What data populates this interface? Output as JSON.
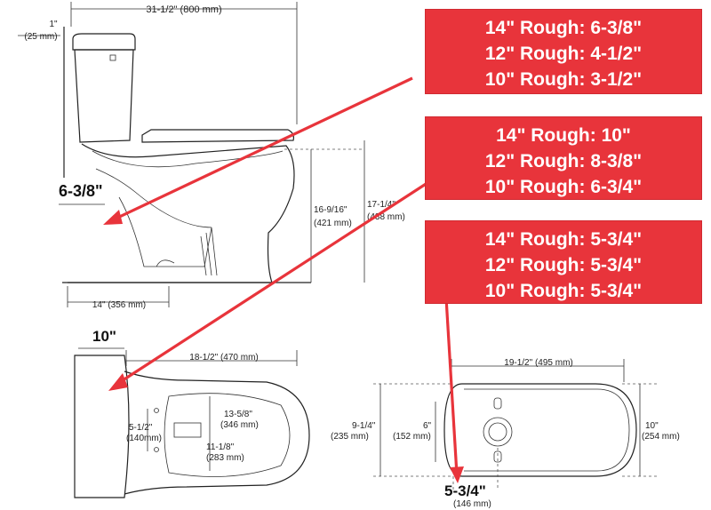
{
  "callouts": [
    {
      "lines": [
        "14\" Rough: 6-3/8\"",
        "12\" Rough: 4-1/2\"",
        "10\" Rough: 3-1/2\""
      ]
    },
    {
      "lines": [
        "14\" Rough: 10\"",
        "12\" Rough: 8-3/8\"",
        "10\" Rough: 6-3/4\""
      ]
    },
    {
      "lines": [
        "14\" Rough: 5-3/4\"",
        "12\" Rough: 5-3/4\"",
        "10\" Rough: 5-3/4\""
      ]
    }
  ],
  "side_view": {
    "width_label": "31-1/2\" (800 mm)",
    "tank_gap_in": "1\"",
    "tank_gap_mm": "(25 mm)",
    "rough_big": "6-3/8\"",
    "seat_height_in": "16-9/16\"",
    "seat_height_mm": "(421 mm)",
    "total_height_in": "17-1/4\"",
    "total_height_mm": "(438 mm)",
    "base_depth_label": "14\" (356 mm)"
  },
  "top_view": {
    "big_label": "10\"",
    "bowl_length_label": "18-1/2\" (470 mm)",
    "bolt_span_in": "5-1/2\"",
    "bolt_span_mm": "(140mm)",
    "outlet_in": "13-5/8\"",
    "outlet_mm": "(346 mm)",
    "outlet2_in": "11-1/8\"",
    "outlet2_mm": "(283 mm)"
  },
  "bottom_view": {
    "length_label": "19-1/2\" (495 mm)",
    "height_in": "9-1/4\"",
    "height_mm": "(235 mm)",
    "inner_in": "6\"",
    "inner_mm": "(152 mm)",
    "width_in": "10\"",
    "width_mm": "(254 mm)",
    "big_label": "5-3/4\"",
    "big_mm": "(146 mm)"
  },
  "colors": {
    "callout_bg": "#e8343b",
    "callout_text": "#ffffff",
    "arrow": "#e8343b",
    "line": "#222222"
  }
}
